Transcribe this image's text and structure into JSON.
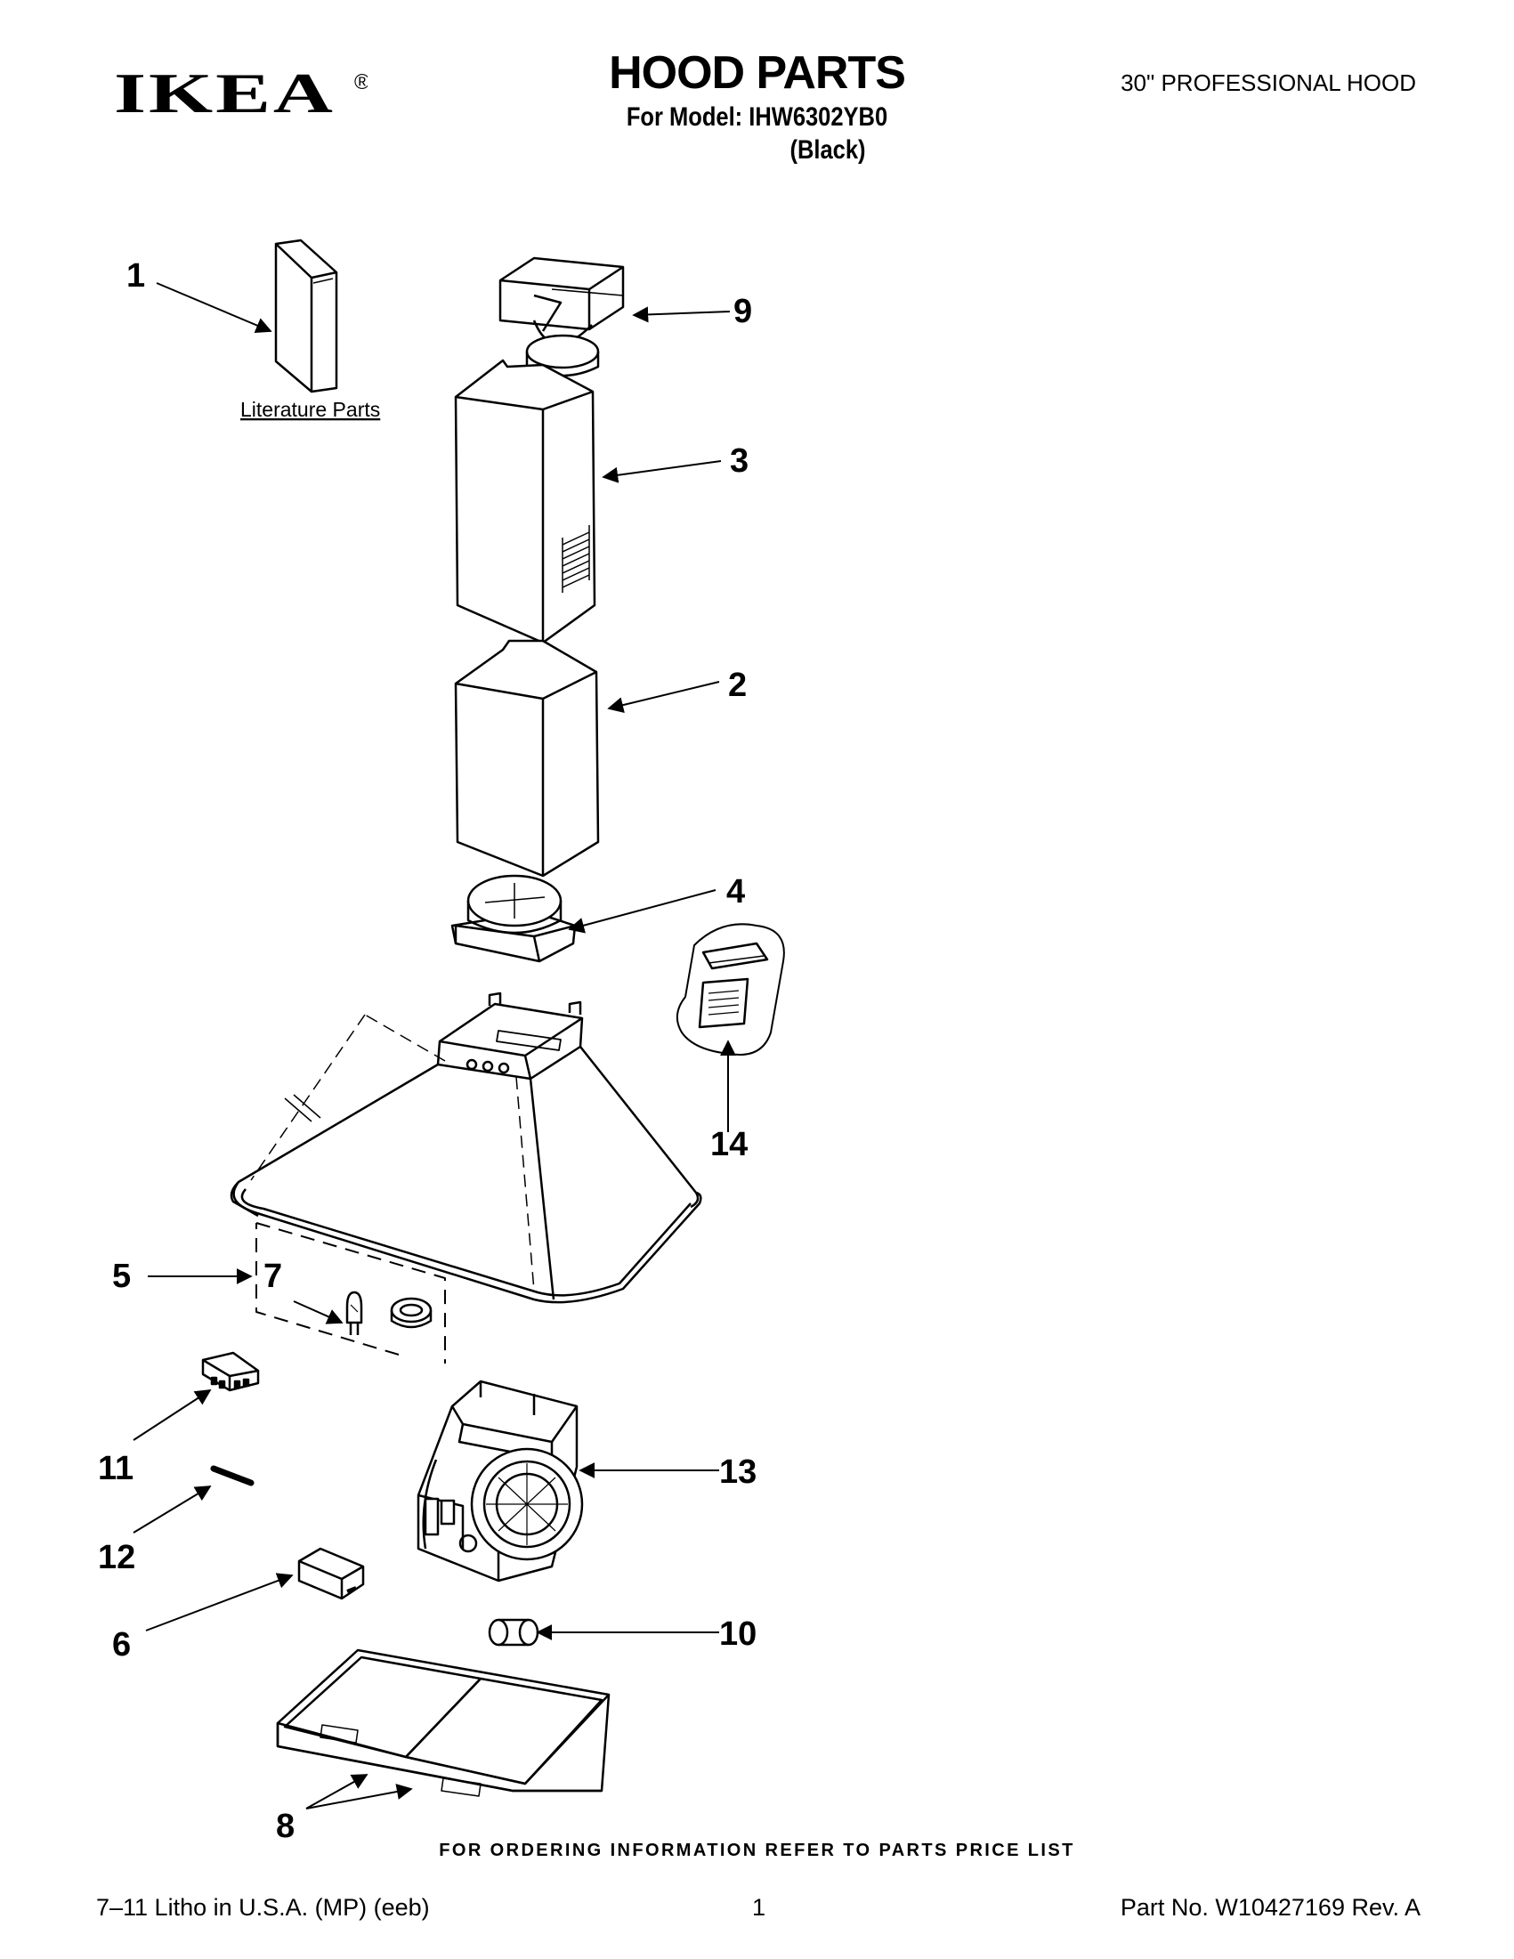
{
  "header": {
    "brand": "IKEA",
    "registered_mark": "®",
    "title": "HOOD PARTS",
    "model_line": "For Model: IHW6302YB0",
    "color_line": "(Black)",
    "product": "30\" PROFESSIONAL HOOD"
  },
  "diagram": {
    "literature_label": "Literature Parts",
    "callouts": {
      "c1": "1",
      "c2": "2",
      "c3": "3",
      "c4": "4",
      "c5": "5",
      "c6": "6",
      "c7": "7",
      "c8": "8",
      "c9": "9",
      "c10": "10",
      "c11": "11",
      "c12": "12",
      "c13": "13",
      "c14": "14"
    }
  },
  "footer": {
    "ordering_note": "FOR ORDERING INFORMATION REFER TO PARTS PRICE LIST",
    "litho": "7–11 Litho in U.S.A. (MP) (eeb)",
    "page_number": "1",
    "part_number": "Part No. W10427169 Rev. A"
  }
}
